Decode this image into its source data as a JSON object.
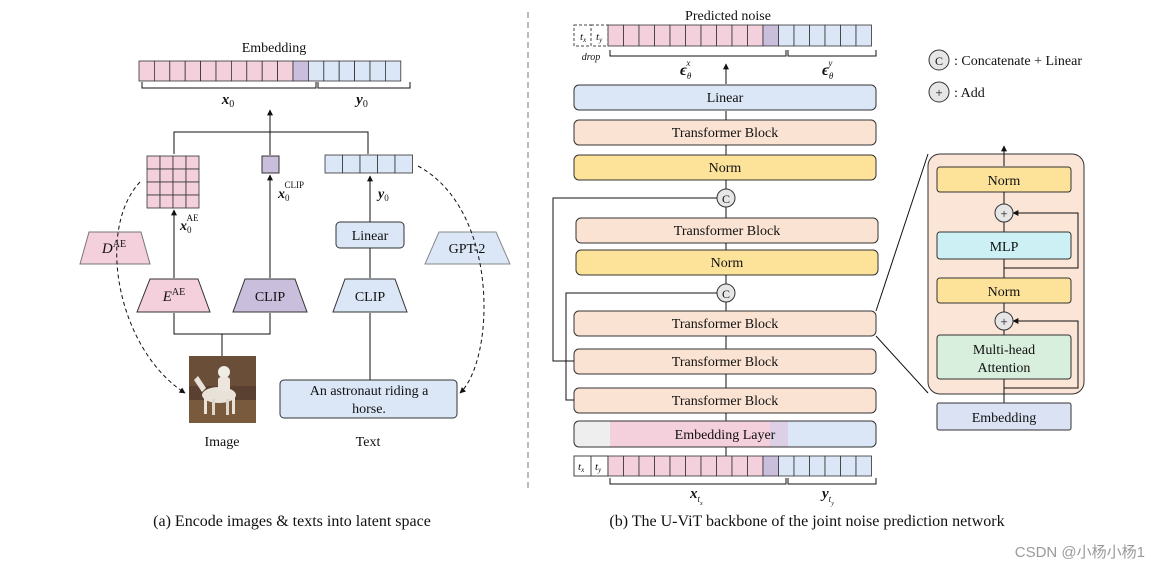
{
  "panel_a": {
    "embedding_label": "Embedding",
    "x0_label": "x",
    "x0_sub": "0",
    "y0_label": "y",
    "y0_sub": "0",
    "dae_label": "D",
    "dae_sup": "AE",
    "eae_label": "E",
    "eae_sup": "AE",
    "clip_img_label": "CLIP",
    "clip_text_label": "CLIP",
    "linear_label": "Linear",
    "gpt2_label": "GPT-2",
    "x0ae_label": "x",
    "x0ae_sub": "0",
    "x0ae_sup": "AE",
    "x0clip_label": "x",
    "x0clip_sub": "0",
    "x0clip_sup": "CLIP",
    "y0_small_label": "y",
    "y0_small_sub": "0",
    "text_box": [
      "An astronaut riding a",
      "horse."
    ],
    "image_caption": "Image",
    "text_caption": "Text",
    "caption": "(a) Encode images & texts into latent space"
  },
  "panel_b": {
    "predicted_noise": "Predicted noise",
    "tx": "t",
    "tx_sub": "x",
    "ty": "t",
    "ty_sub": "y",
    "drop": "drop",
    "eps_x": "ϵ",
    "eps_x_sub": "θ",
    "eps_x_sup": "x",
    "eps_y": "ϵ",
    "eps_y_sub": "θ",
    "eps_y_sup": "y",
    "blocks": {
      "linear": "Linear",
      "tb1": "Transformer Block",
      "norm1": "Norm",
      "tb2": "Transformer Block",
      "norm2": "Norm",
      "tb3": "Transformer Block",
      "tb4": "Transformer Block",
      "tb5": "Transformer Block",
      "emb_layer": "Embedding Layer"
    },
    "concat_symbol": "C",
    "add_symbol": "+",
    "xt_label": "x",
    "xt_sub": "t",
    "xt_subsub": "x",
    "yt_label": "y",
    "yt_sub": "t",
    "yt_subsub": "y",
    "legend_concat": ": Concatenate + Linear",
    "legend_add": ": Add",
    "detail": {
      "norm_top": "Norm",
      "mlp": "MLP",
      "norm_bottom": "Norm",
      "mha_line1": "Multi-head",
      "mha_line2": "Attention",
      "embedding": "Embedding"
    },
    "caption": "(b) The U-ViT backbone of the joint noise prediction network"
  },
  "watermark": "CSDN @小杨小杨1",
  "colors": {
    "pink": "#f4cfdc",
    "blue": "#dbe7f7",
    "purple": "#c9bedb",
    "peach": "#fbe3d3",
    "yellow": "#fde39a",
    "cyan": "#cdf0f5",
    "grey": "#eeeeee",
    "detail_bg": "#fbe5d6"
  }
}
